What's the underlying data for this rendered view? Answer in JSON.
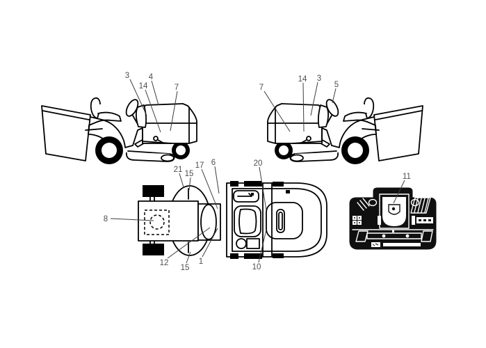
{
  "diagram": {
    "background": "#ffffff",
    "line_color": "#000000",
    "panel_fill": "#101010",
    "callout_text_color": "#4d4d4d",
    "leader_color": "#3d3d3d",
    "views": {
      "left_side": "tractor-left-side-view",
      "right_side": "tractor-right-side-view",
      "top": "tractor-top-view",
      "rear_panel": "tractor-rear-panel-view"
    },
    "callouts": [
      {
        "text": "3"
      },
      {
        "text": "4"
      },
      {
        "text": "14"
      },
      {
        "text": "7"
      },
      {
        "text": "7"
      },
      {
        "text": "14"
      },
      {
        "text": "3"
      },
      {
        "text": "5"
      },
      {
        "text": "21"
      },
      {
        "text": "15"
      },
      {
        "text": "17"
      },
      {
        "text": "6"
      },
      {
        "text": "20"
      },
      {
        "text": "8"
      },
      {
        "text": "12"
      },
      {
        "text": "15"
      },
      {
        "text": "1"
      },
      {
        "text": "10"
      },
      {
        "text": "11"
      }
    ]
  }
}
